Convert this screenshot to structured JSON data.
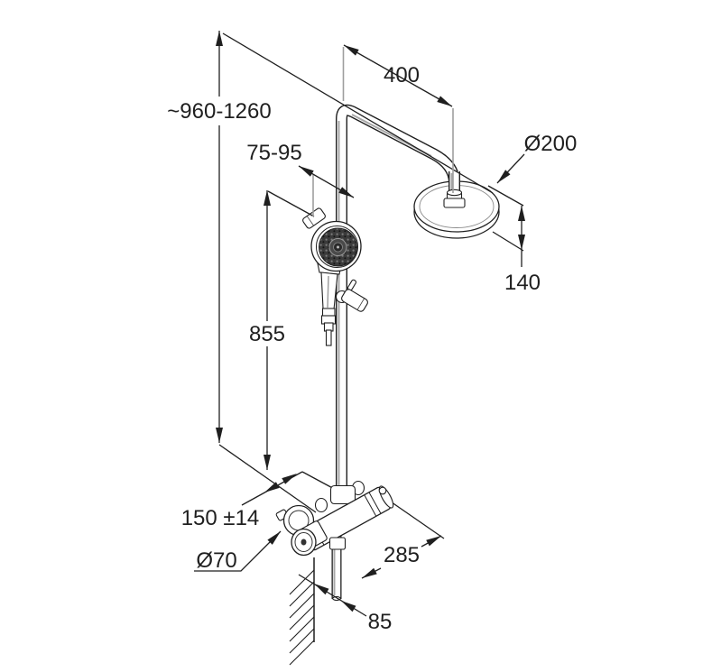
{
  "diagram": {
    "type": "technical-dimension-drawing",
    "subject": "thermostatic shower system with rail, overhead shower, hand shower and mixer valve",
    "background": "#ffffff",
    "line_color": "#1f1f1f",
    "shade_color": "#a7a7a7",
    "labels": {
      "overall_height": "~960-1260",
      "arm_projection": "400",
      "holder_offset": "75-95",
      "head_diameter": "Ø200",
      "head_height": "140",
      "rail_height": "855",
      "connection_spacing": "150 ±14",
      "handle_diameter": "Ø70",
      "outlet_projection": "285",
      "pipe_wall_distance": "85"
    },
    "parts": [
      "shower-rail",
      "shower-arm",
      "overhead-shower",
      "hand-shower",
      "slider-grip",
      "shower-holder",
      "thermostat-valve",
      "temperature-handle",
      "flow-handle",
      "wall-section"
    ]
  }
}
